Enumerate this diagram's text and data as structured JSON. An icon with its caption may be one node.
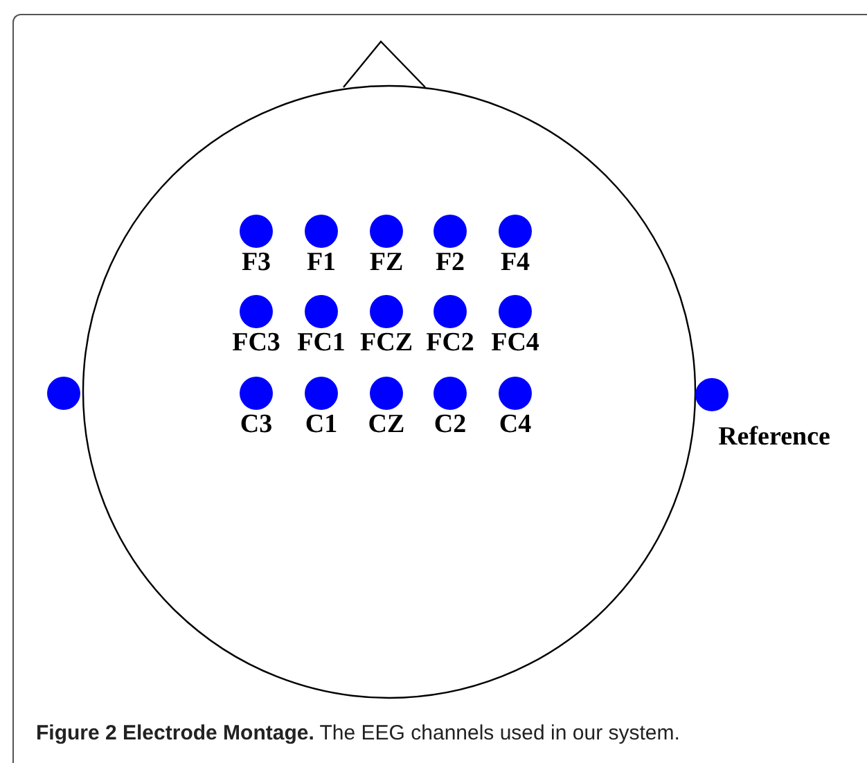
{
  "diagram": {
    "caption": "**Figure 2 Electrode Montage.** The EEG channels used in our system.",
    "nodes": [
      {
        "text": [],
        "shape": "circle",
        "beside": [
          "F3"
        ]
      },
      {
        "text": [],
        "shape": "circle",
        "beside": [
          "F1"
        ]
      },
      {
        "text": [],
        "shape": "circle",
        "beside": [
          "FZ"
        ]
      },
      {
        "text": [],
        "shape": "circle",
        "beside": [
          "F2"
        ]
      },
      {
        "text": [],
        "shape": "circle",
        "beside": [
          "F4"
        ]
      },
      {
        "text": [],
        "shape": "circle",
        "beside": [
          "FC3"
        ]
      },
      {
        "text": [],
        "shape": "circle",
        "beside": [
          "FC1"
        ]
      },
      {
        "text": [],
        "shape": "circle",
        "beside": [
          "FCZ"
        ]
      },
      {
        "text": [],
        "shape": "circle",
        "beside": [
          "FC2"
        ]
      },
      {
        "text": [],
        "shape": "circle",
        "beside": [
          "FC4"
        ]
      },
      {
        "text": [],
        "shape": "circle"
      },
      {
        "text": [],
        "shape": "circle",
        "beside": [
          "C3"
        ]
      },
      {
        "text": [],
        "shape": "circle",
        "beside": [
          "C1"
        ]
      },
      {
        "text": [],
        "shape": "circle",
        "beside": [
          "CZ"
        ]
      },
      {
        "text": [],
        "shape": "circle",
        "beside": [
          "C2"
        ]
      },
      {
        "text": [],
        "shape": "circle",
        "beside": [
          "C4"
        ]
      },
      {
        "text": [],
        "shape": "circle",
        "beside": [
          "Reference"
        ]
      }
    ]
  }
}
